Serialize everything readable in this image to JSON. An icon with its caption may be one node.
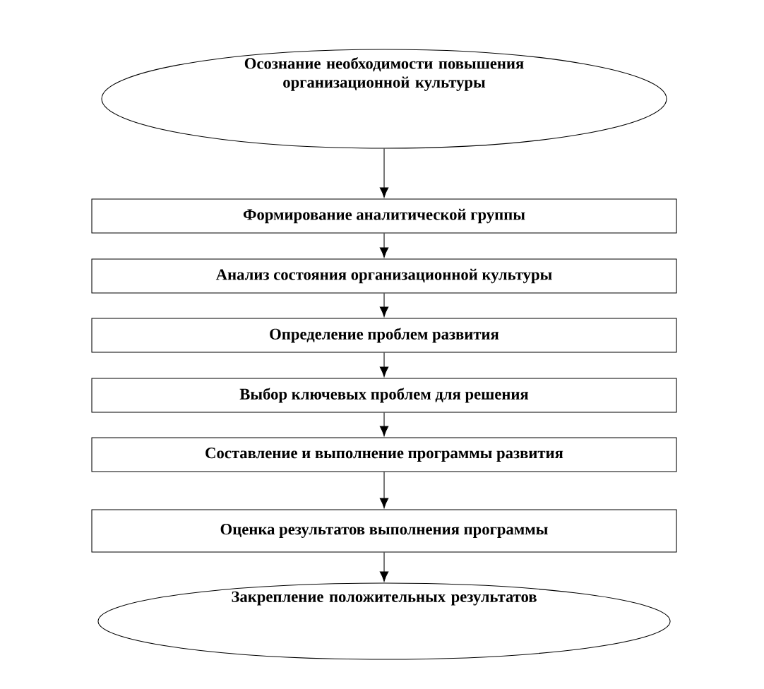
{
  "diagram": {
    "nodes": [
      {
        "text": [
          "Осознание необходимости повышения организационной культуры"
        ]
      },
      {
        "text": [
          "Формирование аналитической группы"
        ]
      },
      {
        "text": [
          "Анализ состояния организационной культуры"
        ]
      },
      {
        "text": [
          "Определение проблем развития"
        ]
      },
      {
        "text": [
          "Выбор ключевых проблем для решения"
        ]
      },
      {
        "text": [
          "Составление и выполнение программы развития"
        ]
      },
      {
        "text": [
          "Оценка результатов выполнения программы"
        ]
      },
      {
        "text": [
          "Закрепление положительных результатов"
        ]
      }
    ],
    "edges": [
      {
        "from": 0,
        "to": 1,
        "arrow": "to"
      },
      {
        "from": 1,
        "to": 2,
        "arrow": "to"
      },
      {
        "from": 2,
        "to": 3,
        "arrow": "to"
      },
      {
        "from": 3,
        "to": 4,
        "arrow": "to"
      },
      {
        "from": 4,
        "to": 5,
        "arrow": "to"
      },
      {
        "from": 5,
        "to": 6,
        "arrow": "to"
      },
      {
        "from": 6,
        "to": 7,
        "arrow": "to"
      }
    ]
  }
}
